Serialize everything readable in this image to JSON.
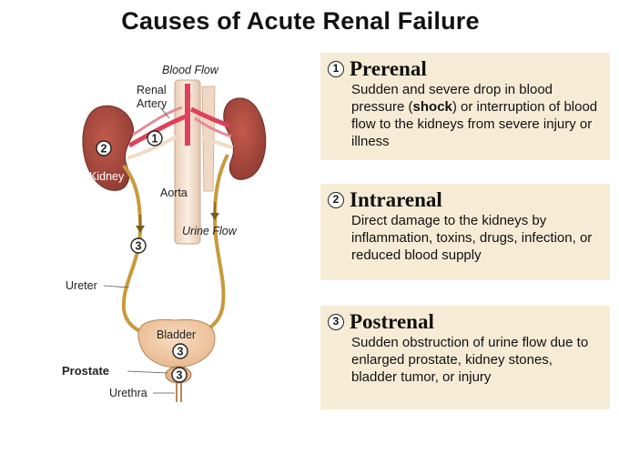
{
  "title": "Causes of Acute Renal Failure",
  "diagram_labels": {
    "blood_flow": "Blood Flow",
    "renal": "Renal",
    "artery": "Artery",
    "kidney": "Kidney",
    "aorta": "Aorta",
    "urine_flow": "Urine Flow",
    "ureter": "Ureter",
    "bladder": "Bladder",
    "prostate": "Prostate",
    "urethra": "Urethra",
    "marker_1": "1",
    "marker_2": "2",
    "marker_3": "3"
  },
  "causes": [
    {
      "number": "1",
      "heading": "Prerenal",
      "text_pre": "Sudden and severe drop in blood pressure (",
      "text_bold": "shock",
      "text_post": ") or interruption of blood flow to the kidneys from severe injury or illness"
    },
    {
      "number": "2",
      "heading": "Intrarenal",
      "text": "Direct damage to the kidneys by inflammation, toxins, drugs, infection, or reduced blood supply"
    },
    {
      "number": "3",
      "heading": "Postrenal",
      "text": "Sudden obstruction of urine flow due to enlarged prostate, kidney stones, bladder tumor, or injury"
    }
  ],
  "colors": {
    "box_bg": "#f6ecd6",
    "kidney": "#a8483e",
    "aorta": "#f2dcc8",
    "artery": "#e0405a",
    "ureter": "#c79a3c",
    "bladder": "#f2c9a0"
  }
}
